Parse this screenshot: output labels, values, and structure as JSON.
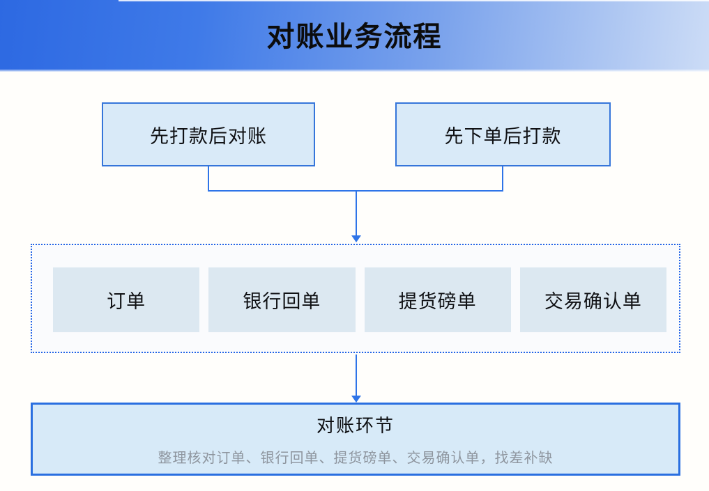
{
  "header": {
    "title": "对账业务流程"
  },
  "flow": {
    "top_nodes": [
      {
        "label": "先打款后对账"
      },
      {
        "label": "先下单后打款"
      }
    ],
    "document_group": {
      "items": [
        {
          "label": "订单"
        },
        {
          "label": "银行回单"
        },
        {
          "label": "提货磅单"
        },
        {
          "label": "交易确认单"
        }
      ]
    },
    "result_node": {
      "title": "对账环节",
      "description": "整理核对订单、银行回单、提货磅单、交易确认单，找差补缺"
    }
  },
  "colors": {
    "header_gradient_start": "#2d69e2",
    "header_gradient_end": "#ccdcf6",
    "node_fill": "#d9eaf8",
    "node_border": "#3575da",
    "connector": "#2e74e8",
    "group_border_dotted": "#2163e6",
    "group_background": "#fafbfd",
    "item_fill": "#dce8f1",
    "result_fill": "#d7eaf8",
    "result_border": "#2a6fe0",
    "description_text": "#8e959e",
    "title_text": "#0c0c0c"
  }
}
